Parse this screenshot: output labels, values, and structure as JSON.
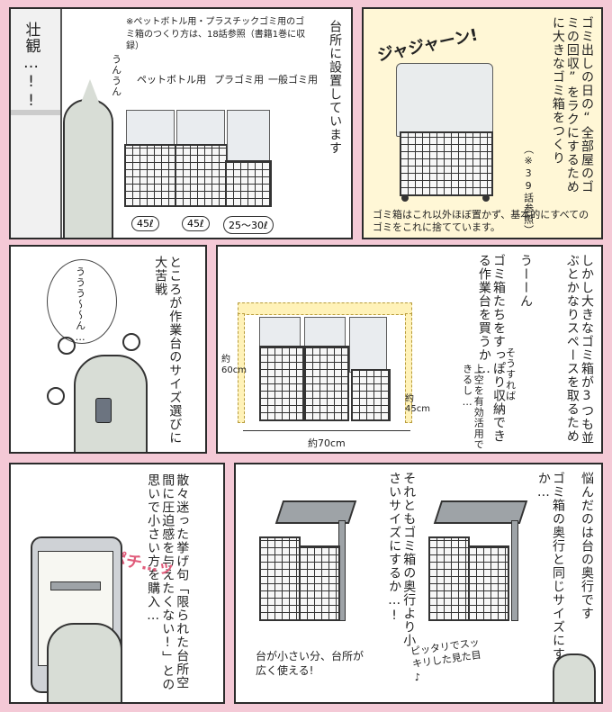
{
  "panel1": {
    "shout": "壮観…!!",
    "mumble": "うんうん",
    "note": "※ペットボトル用・プラスチックゴミ用のゴミ箱のつくり方は、18話参照（書籍1巻に収録）",
    "label_pet": "ペットボトル用",
    "label_pla": "プラゴミ用",
    "label_general": "一般ゴミ用",
    "size1": "45ℓ",
    "size2": "45ℓ",
    "size3": "25〜30ℓ",
    "caption": "台所に設置しています"
  },
  "panel2": {
    "caption": "ゴミ出しの日の“全部屋のゴミの回収”をラクにするために大きなゴミ箱をつくり",
    "ref": "（※39話参照）",
    "sfx": "ジャジャーン!",
    "bottom_note": "ゴミ箱はこれ以外ほぼ置かず、基本的にすべてのゴミをこれに捨てています。"
  },
  "panel3": {
    "caption": "ところが作業台のサイズ選びに大苦戦",
    "thought": "ううう〜〜ん…"
  },
  "panel4": {
    "caption1": "しかし大きなゴミ箱が3つも並ぶとかなりスペースを取るため",
    "caption2": "うーーん",
    "caption3": "ゴミ箱たちをすっぽり収納できる作業台を買うか…",
    "aside1": "そうすれば",
    "aside2": "上空を有効活用できるし…",
    "dim_height": "約60cm",
    "dim_depth": "約45cm",
    "dim_width": "約70cm"
  },
  "panel5": {
    "caption": "散々迷った挙げ句「限られた台所空間に圧迫感を与えたくない!」との思いで小さい方を購入…",
    "sfx": "ポチ…ッ"
  },
  "panel6": {
    "caption1": "悩んだのは台の奥行です",
    "caption2": "ゴミ箱の奥行と同じサイズにするか…",
    "caption3": "それともゴミ箱の奥行より小さいサイズにするか…!",
    "note_left": "台が小さい分、台所が広く使える!",
    "note_right": "ピッタリでスッキリした見た目♪"
  }
}
